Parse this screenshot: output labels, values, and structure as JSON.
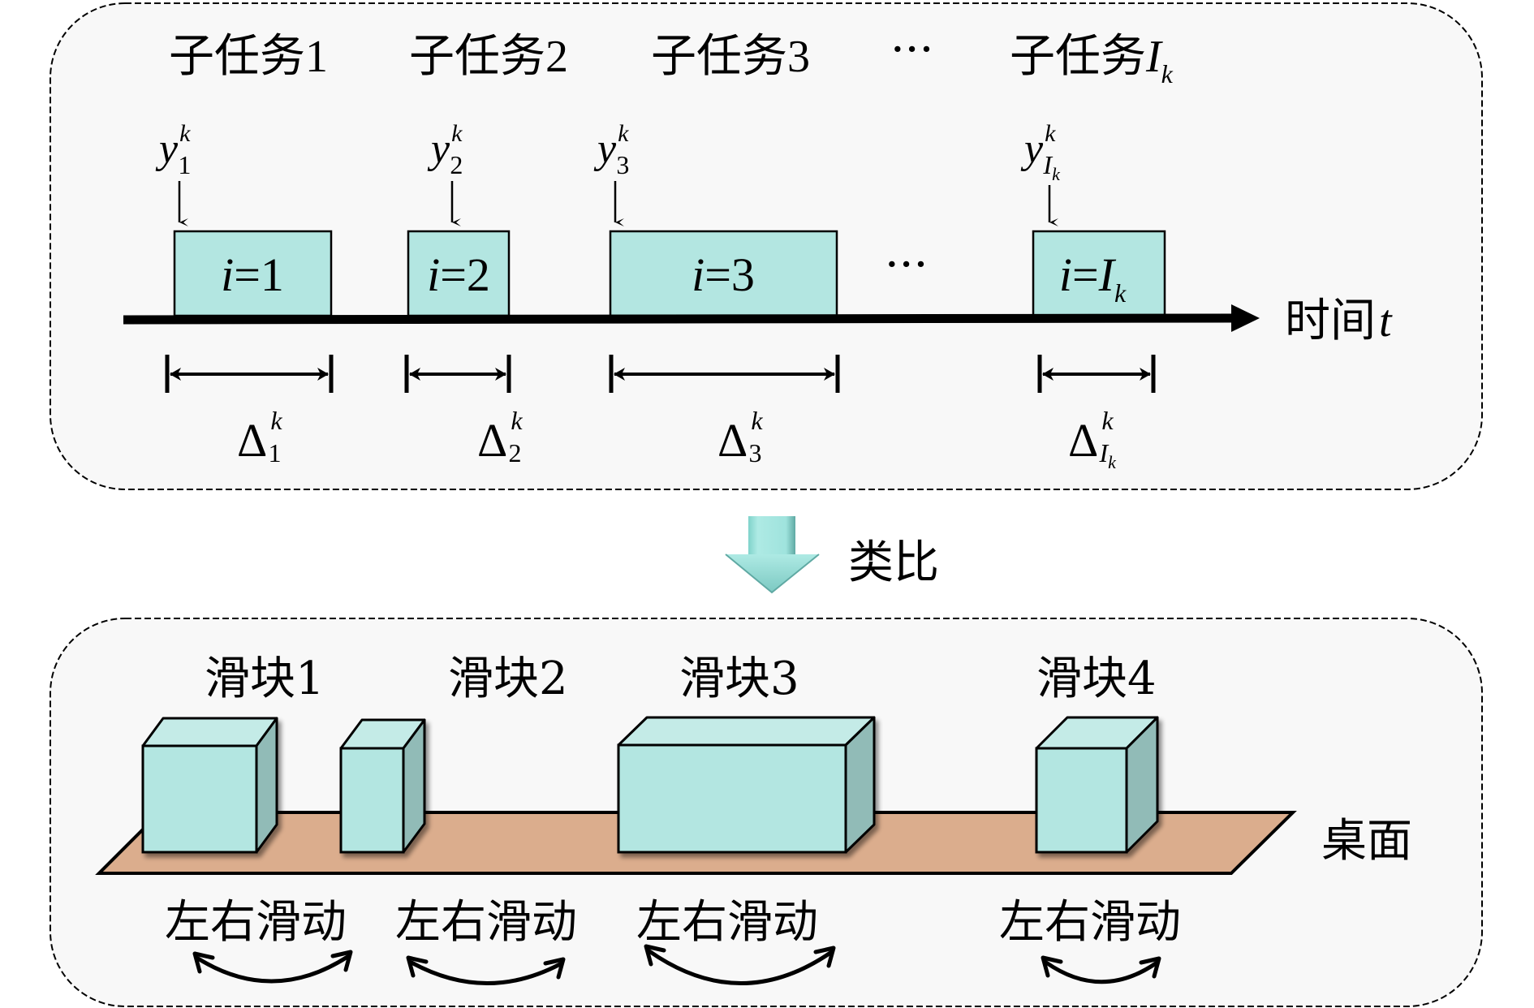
{
  "colors": {
    "panel_fill": "#f8f8f8",
    "panel_border": "#000000",
    "task_fill": "#b3e6e1",
    "cube_front": "#b3e6e1",
    "cube_top": "#c4ebe7",
    "cube_side": "#91bbb7",
    "table_fill": "#dbad8d",
    "analogy_arrow": "#9fe3dd"
  },
  "top_panel": {
    "subtask_prefix": "子任务",
    "subtask_labels": [
      {
        "prefix": "子任务",
        "index": "1",
        "index_style": "upright"
      },
      {
        "prefix": "子任务",
        "index": "2",
        "index_style": "upright"
      },
      {
        "prefix": "子任务",
        "index": "3",
        "index_style": "upright"
      },
      {
        "prefix": "子任务",
        "index": "I",
        "subscript": "k",
        "index_style": "italic"
      }
    ],
    "header_ellipsis": "···",
    "box_ellipsis": "···",
    "axis_label": "时间",
    "axis_variable": "t",
    "tasks": [
      {
        "y_base": "y",
        "y_sup": "k",
        "y_sub": "1",
        "box_var": "i",
        "box_eq": "=",
        "box_val": "1",
        "box_val_sub": "",
        "delta": "Δ",
        "delta_sup": "k",
        "delta_sub": "1"
      },
      {
        "y_base": "y",
        "y_sup": "k",
        "y_sub": "2",
        "box_var": "i",
        "box_eq": "=",
        "box_val": "2",
        "box_val_sub": "",
        "delta": "Δ",
        "delta_sup": "k",
        "delta_sub": "2"
      },
      {
        "y_base": "y",
        "y_sup": "k",
        "y_sub": "3",
        "box_var": "i",
        "box_eq": "=",
        "box_val": "3",
        "box_val_sub": "",
        "delta": "Δ",
        "delta_sup": "k",
        "delta_sub": "3"
      },
      {
        "y_base": "y",
        "y_sup": "k",
        "y_sub": "I",
        "y_subsub": "k",
        "box_var": "i",
        "box_eq": "=",
        "box_val": "I",
        "box_val_sub": "k",
        "delta": "Δ",
        "delta_sup": "k",
        "delta_sub": "I",
        "delta_subsub": "k"
      }
    ]
  },
  "analogy": {
    "label": "类比"
  },
  "bottom_panel": {
    "table_label": "桌面",
    "sliders": [
      {
        "label": "滑块1",
        "motion": "左右滑动"
      },
      {
        "label": "滑块2",
        "motion": "左右滑动"
      },
      {
        "label": "滑块3",
        "motion": "左右滑动"
      },
      {
        "label": "滑块4",
        "motion": "左右滑动"
      }
    ]
  }
}
